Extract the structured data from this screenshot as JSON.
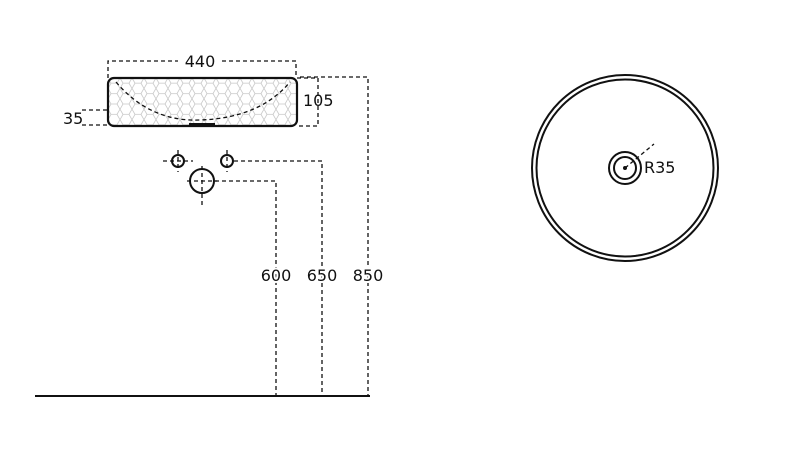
{
  "dimensions": {
    "width": "440",
    "height": "105",
    "drain_height": "35",
    "pipe_height": "600",
    "tap_height": "650",
    "total_height": "850",
    "drain_radius": "R35"
  },
  "colors": {
    "line": "#111111",
    "hex_pattern": "#c8c8c8"
  }
}
